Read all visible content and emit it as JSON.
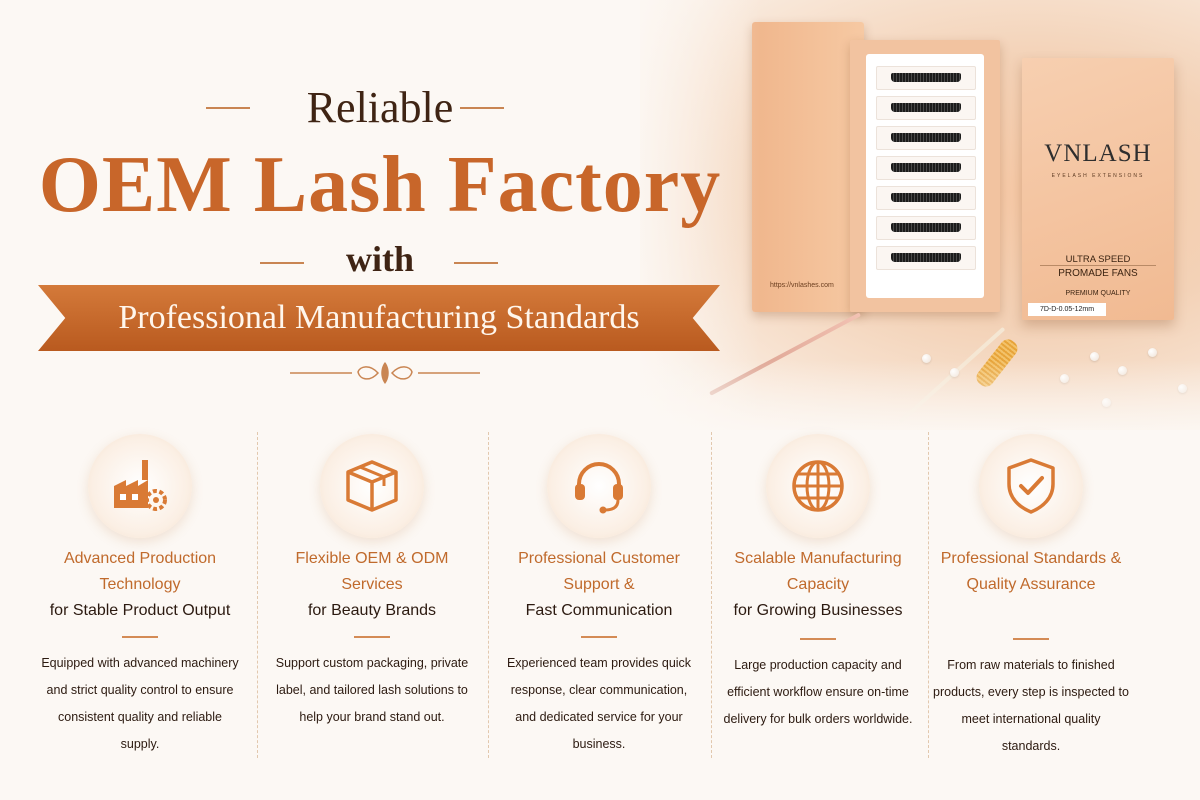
{
  "headline": {
    "line1": "Reliable",
    "line2": "OEM Lash Factory",
    "line3": "with",
    "ribbon": "Professional Manufacturing Standards"
  },
  "product": {
    "url": "https://vnlashes.com",
    "brand": "VNLASH",
    "brand_sub": "EYELASH EXTENSIONS",
    "line1": "ULTRA SPEED",
    "line2": "PROMADE FANS",
    "line3": "PREMIUM QUALITY",
    "tag": "7D-D-0.05-12mm"
  },
  "colors": {
    "accent": "#c8662a",
    "dark": "#3f2414",
    "ribbon": "#c06a2c"
  },
  "features": [
    {
      "icon": "factory-icon",
      "title": "Advanced Production Technology",
      "subtitle": "for Stable Product Output",
      "desc": "Equipped with advanced machinery and strict quality control to ensure consistent quality and reliable supply."
    },
    {
      "icon": "box-icon",
      "title": "Flexible OEM & ODM Services",
      "subtitle": "for Beauty Brands",
      "desc": "Support custom packaging, private label, and tailored lash solutions to help your brand stand out."
    },
    {
      "icon": "headset-icon",
      "title": "Professional Customer Support &",
      "subtitle": "Fast Communication",
      "desc": "Experienced team provides quick response, clear communication, and dedicated service for your business."
    },
    {
      "icon": "globe-icon",
      "title": "Scalable Manufacturing Capacity",
      "subtitle": "for Growing Businesses",
      "desc": "Large production capacity and efficient workflow ensure on-time delivery for bulk orders worldwide."
    },
    {
      "icon": "shield-check-icon",
      "title": "Professional Standards & Quality Assurance",
      "subtitle": "",
      "desc": "From raw materials to finished products, every step is inspected to meet international quality standards."
    }
  ]
}
